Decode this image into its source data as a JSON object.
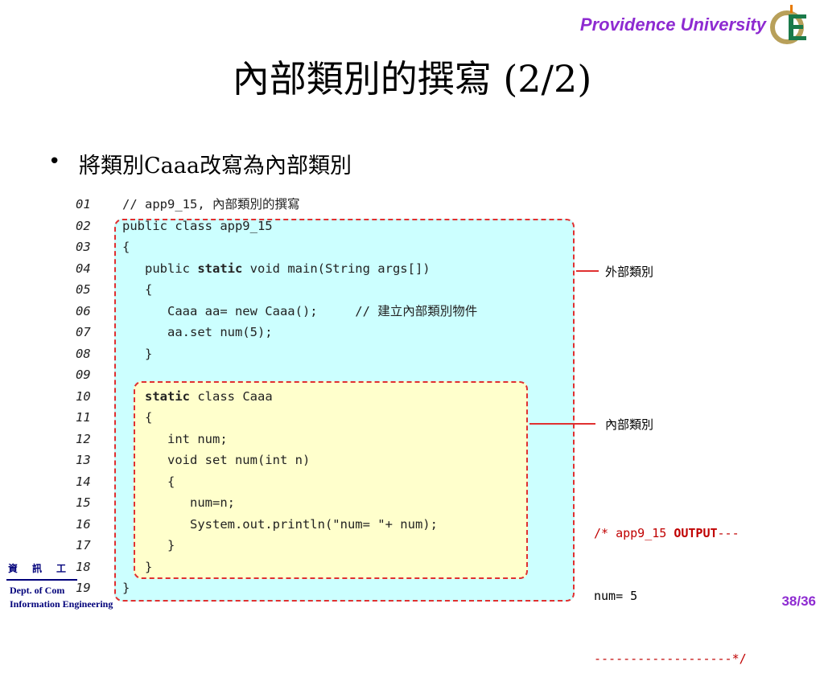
{
  "header": {
    "brand": "Providence University",
    "title": "內部類別的撰寫 (2/2)"
  },
  "bullet": {
    "text": "將類別Caaa改寫為內部類別"
  },
  "code_lines": [
    {
      "num": "01",
      "code": "// app9_15, 內部類別的撰寫"
    },
    {
      "num": "02",
      "code": "public class app9_15"
    },
    {
      "num": "03",
      "code": "{"
    },
    {
      "num": "04",
      "pre": "   public ",
      "kw": "static",
      "post": " void main(String args[])"
    },
    {
      "num": "05",
      "code": "   {"
    },
    {
      "num": "06",
      "code": "      Caaa aa= new Caaa();     // 建立內部類別物件"
    },
    {
      "num": "07",
      "code": "      aa.set num(5);"
    },
    {
      "num": "08",
      "code": "   }"
    },
    {
      "num": "09",
      "code": ""
    },
    {
      "num": "10",
      "pre": "   ",
      "kw": "static",
      "post": " class Caaa"
    },
    {
      "num": "11",
      "code": "   {"
    },
    {
      "num": "12",
      "code": "      int num;"
    },
    {
      "num": "13",
      "code": "      void set num(int n)"
    },
    {
      "num": "14",
      "code": "      {"
    },
    {
      "num": "15",
      "code": "         num=n;"
    },
    {
      "num": "16",
      "code": "         System.out.println(\"num= \"+ num);"
    },
    {
      "num": "17",
      "code": "      }"
    },
    {
      "num": "18",
      "code": "   }"
    },
    {
      "num": "19",
      "code": "}"
    }
  ],
  "callouts": {
    "outer": "外部類別",
    "inner": "內部類別"
  },
  "output": {
    "line1_pre": "/* app9_15 ",
    "line1_kw": "OUTPUT",
    "line1_post": "---",
    "line2": "num= 5",
    "line3": "-------------------*/"
  },
  "footer": {
    "dept_cn": "資訊工",
    "dept_en1": "Dept. of Com",
    "dept_en2": "Information Engineering",
    "page": "38/36"
  },
  "colors": {
    "brand": "#8e2bd1",
    "outer_box": "#ccffff",
    "inner_box": "#ffffcc",
    "dash": "#e03030",
    "footer_text": "#00007a"
  }
}
